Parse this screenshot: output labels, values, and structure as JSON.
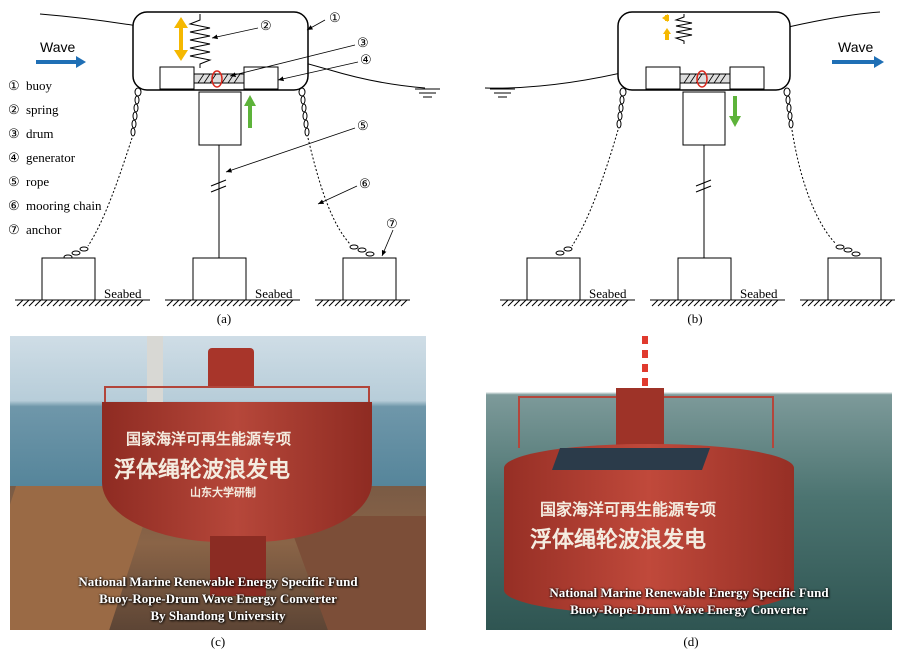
{
  "wave_label": "Wave",
  "legend": [
    {
      "num": "①",
      "label": "buoy"
    },
    {
      "num": "②",
      "label": "spring"
    },
    {
      "num": "③",
      "label": "drum"
    },
    {
      "num": "④",
      "label": "generator"
    },
    {
      "num": "⑤",
      "label": "rope"
    },
    {
      "num": "⑥",
      "label": "mooring chain"
    },
    {
      "num": "⑦",
      "label": "anchor"
    }
  ],
  "callouts": [
    "①",
    "②",
    "③",
    "④",
    "⑤",
    "⑥",
    "⑦"
  ],
  "seabed_label": "Seabed",
  "captions": {
    "a": "(a)",
    "b": "(b)",
    "c": "(c)",
    "d": "(d)"
  },
  "photo_c": {
    "cn_line1": "国家海洋可再生能源专项",
    "cn_line2": "浮体绳轮波浪发电",
    "cn_line3": "山东大学研制",
    "en_line1": "National Marine Renewable Energy Specific Fund",
    "en_line2": "Buoy-Rope-Drum Wave Energy Converter",
    "en_line3": "By Shandong University"
  },
  "photo_d": {
    "cn_line1": "国家海洋可再生能源专项",
    "cn_line2": "浮体绳轮波浪发电",
    "en_line1": "National Marine Renewable Energy Specific Fund",
    "en_line2": "Buoy-Rope-Drum Wave Energy Converter"
  },
  "colors": {
    "arrow_yellow": "#f5b800",
    "arrow_green": "#5db33a",
    "arrow_blue": "#1f6fb5",
    "drum_red": "#d9271c",
    "buoy_red": "#a8352a"
  }
}
